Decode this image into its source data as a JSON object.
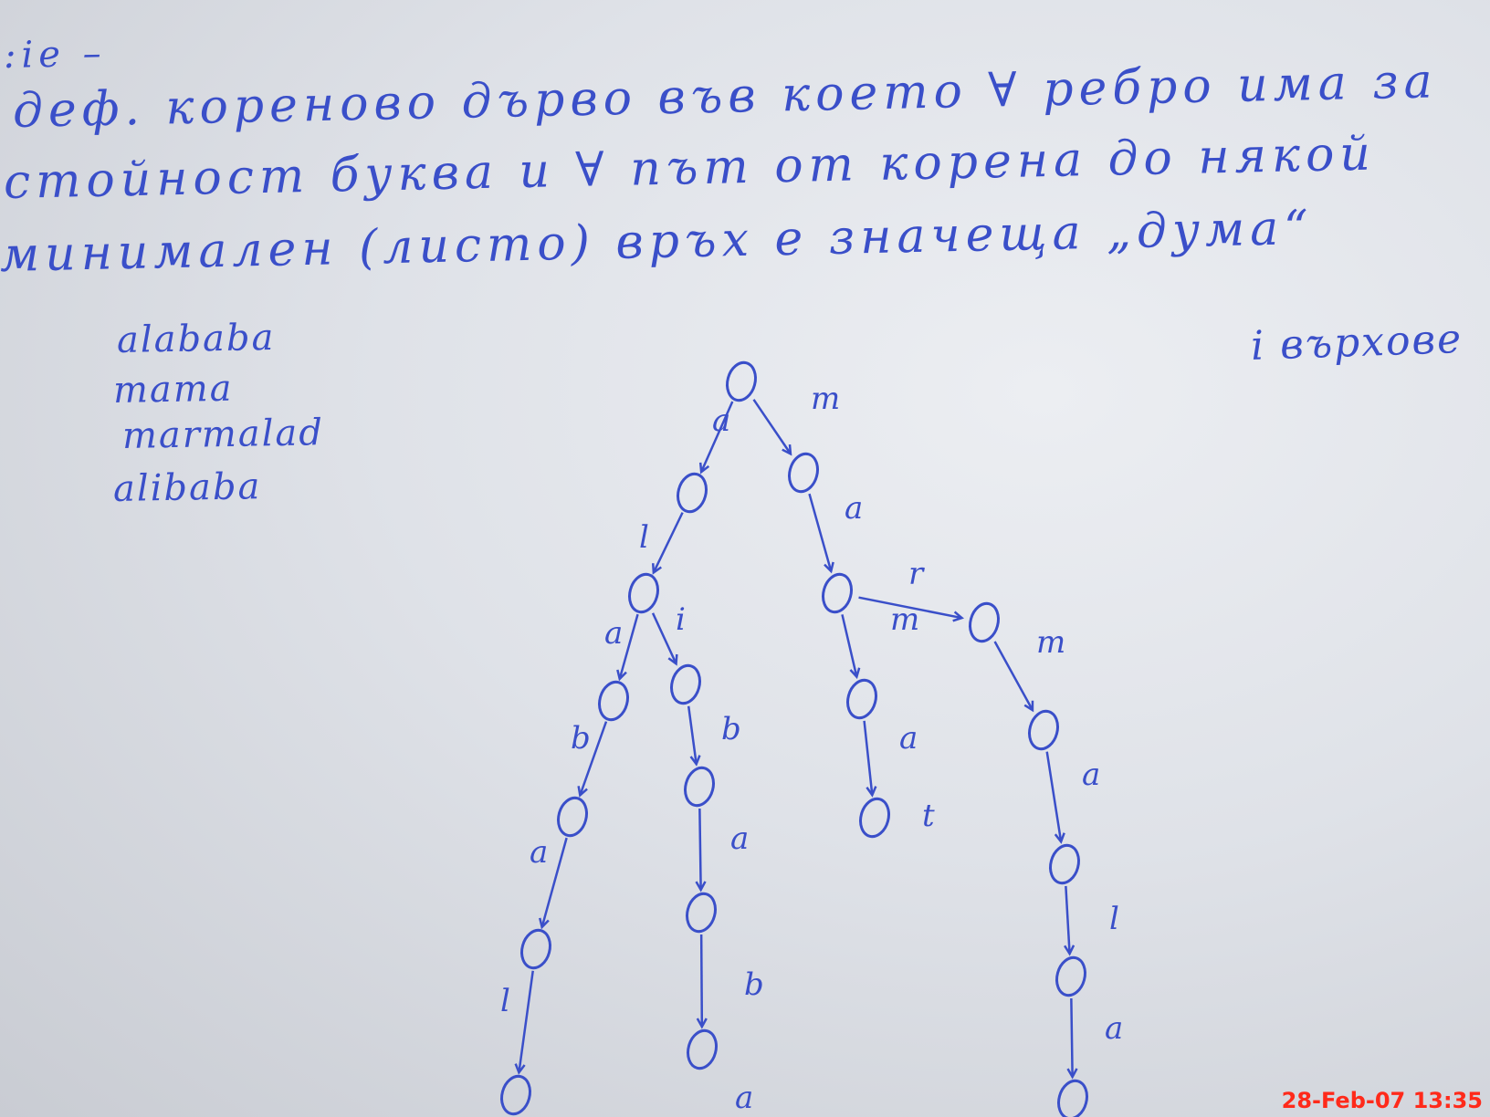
{
  "notes": {
    "heading_lines": [
      ":ie –",
      "деф. кореново дърво във което ∀ ребро има за",
      "стойност буква и ∀ път от корена до някой",
      "минимален (листо) връх е значеща „дума“"
    ],
    "side_note": "і върхове",
    "words": [
      "alababa",
      "mama",
      "marmalad",
      "alibaba"
    ]
  },
  "tree": {
    "edge_labels": [
      "a",
      "m",
      "l",
      "a",
      "a",
      "i",
      "r",
      "m",
      "m",
      "b",
      "b",
      "a",
      "a",
      "a",
      "t",
      "a",
      "b",
      "l",
      "l",
      "a",
      "a"
    ]
  },
  "stamp": {
    "datetime": "28-Feb-07 13:35"
  },
  "colors": {
    "ink": "#3a4fc9",
    "paper": "#e2e5ea",
    "stamp": "#ff2a1a"
  }
}
